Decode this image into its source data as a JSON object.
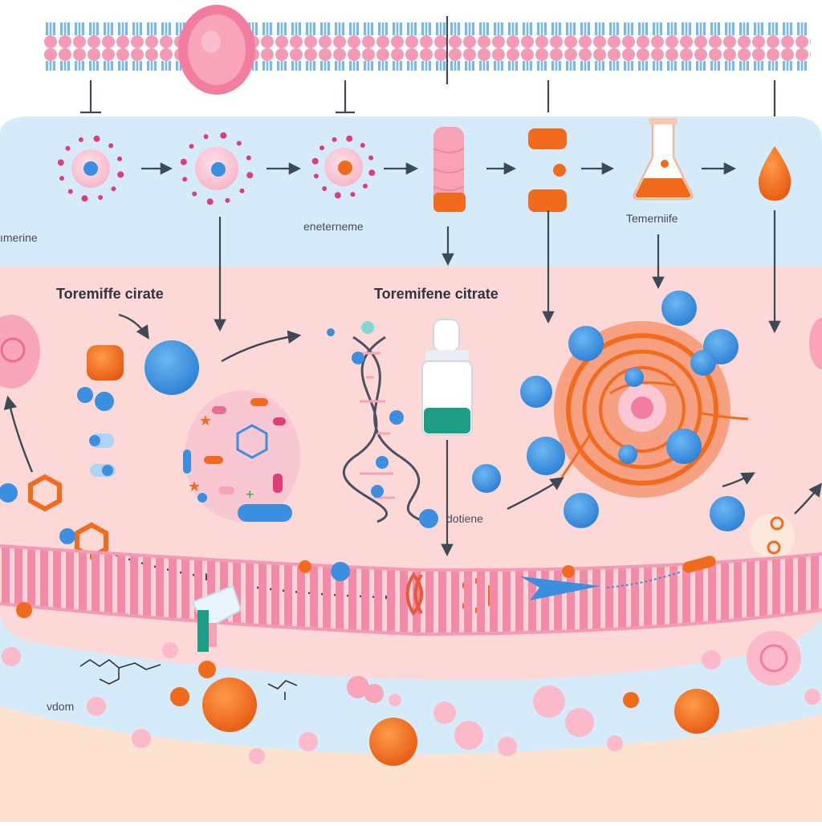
{
  "labels": {
    "left_edge": "ımerine",
    "center_top": "eneterneme",
    "flask_label": "Temerniife",
    "title_left": "Toremiffe cirate",
    "title_center": "Toremifene citrate",
    "bottom_center": "dotiene",
    "bottom_left": "vdom"
  },
  "colors": {
    "membrane_pink": "#f49ab4",
    "membrane_blue": "#79b8ea",
    "cytoplasm_blue": "#d6ebfa",
    "cell_pink": "#fcd9d6",
    "molecule_blue": "#3a8fe0",
    "drug_orange": "#f26b1d",
    "arrow_dark": "#3d4a55",
    "liquid_teal": "#1d9c86"
  }
}
